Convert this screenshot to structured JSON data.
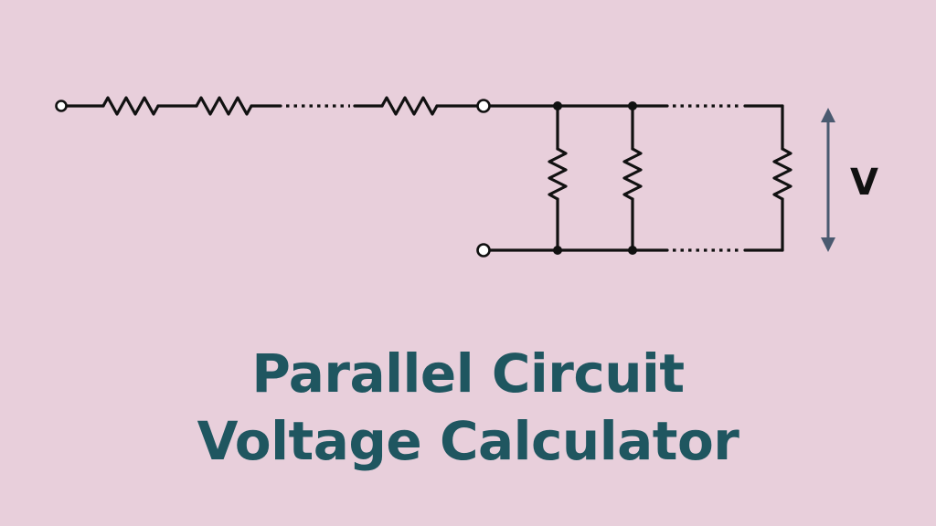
{
  "colors": {
    "background": "#e8cfdb",
    "title": "#1f5660",
    "wire": "#111111",
    "arrow": "#4a5a70"
  },
  "diagram": {
    "voltage_label": "V",
    "series_resistors_drawn": 3,
    "parallel_resistors_drawn": 3
  },
  "title": {
    "line1": "Parallel Circuit",
    "line2": "Voltage Calculator"
  }
}
